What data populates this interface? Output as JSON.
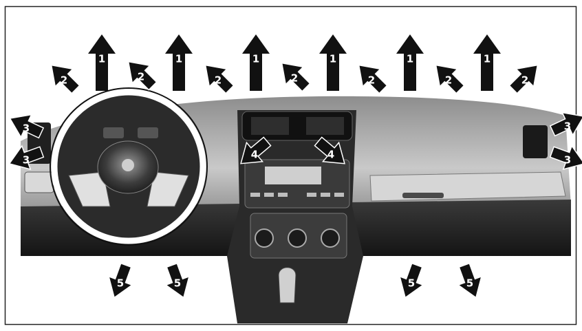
{
  "figure": {
    "description_labels": [
      "1",
      "2",
      "3",
      "4",
      "5"
    ]
  },
  "arrows": {
    "up": [
      {
        "label": "1"
      },
      {
        "label": "1"
      },
      {
        "label": "1"
      },
      {
        "label": "1"
      },
      {
        "label": "1"
      },
      {
        "label": "1"
      }
    ],
    "diag": [
      {
        "label": "2"
      },
      {
        "label": "2"
      },
      {
        "label": "2"
      },
      {
        "label": "2"
      },
      {
        "label": "2"
      },
      {
        "label": "2"
      },
      {
        "label": "2"
      }
    ],
    "side": [
      {
        "label": "3"
      },
      {
        "label": "3"
      },
      {
        "label": "3"
      },
      {
        "label": "3"
      }
    ],
    "center": [
      {
        "label": "4"
      },
      {
        "label": "4"
      }
    ],
    "down": [
      {
        "label": "5"
      },
      {
        "label": "5"
      },
      {
        "label": "5"
      },
      {
        "label": "5"
      }
    ]
  },
  "colors": {
    "ink": "#111111",
    "dash_dark": "#1c1c1c",
    "dash_mid": "#5a5a5a",
    "dash_light": "#b5b5b5",
    "background": "#ffffff"
  }
}
